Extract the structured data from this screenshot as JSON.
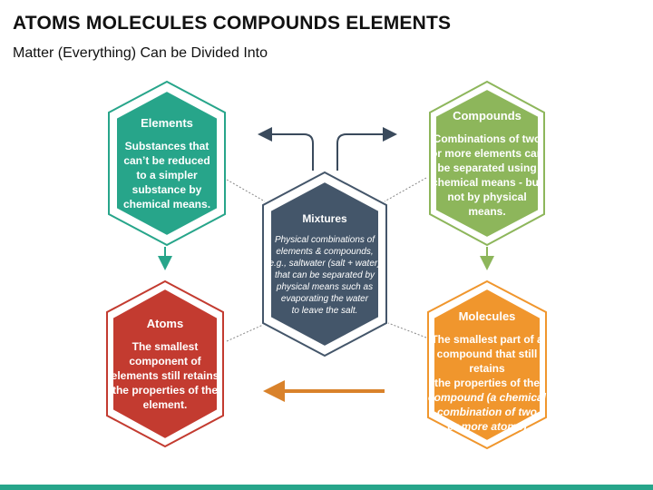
{
  "header": {
    "title": "ATOMS MOLECULES COMPOUNDS ELEMENTS",
    "subtitle": "Matter (Everything) Can be Divided Into"
  },
  "nodes": {
    "elements": {
      "title": "Elements",
      "description": "Substances that\ncan’t be reduced\nto a simpler\nsubstance by\nchemical means.",
      "color": "#27a58a"
    },
    "compounds": {
      "title": "Compounds",
      "description": "Combinations of two\nor more elements can\nbe separated using\nchemical means - but\nnot by physical\nmeans.",
      "color": "#8db65b"
    },
    "mixtures": {
      "title": "Mixtures",
      "description": "Physical combinations of\nelements & compounds,\ne.g., saltwater (salt + water)\nthat can be separated by\nphysical means such as\nevaporating the water\nto leave the salt.",
      "color": "#44566a"
    },
    "atoms": {
      "title": "Atoms",
      "description": "The smallest\ncomponent of\nelements still retains\nthe properties of the\nelement.",
      "color": "#c33b30"
    },
    "molecules": {
      "title": "Molecules",
      "description_plain": "The smallest part of a\ncompound that still retains\nthe properties of the",
      "description_italic": "compound (a chemical\ncombination of two\nor more atoms)",
      "color": "#f0962d"
    }
  },
  "colors": {
    "connector": "#3a4a5c",
    "orange_arrow": "#d9822b",
    "bottom_bar": "#27a58a"
  }
}
